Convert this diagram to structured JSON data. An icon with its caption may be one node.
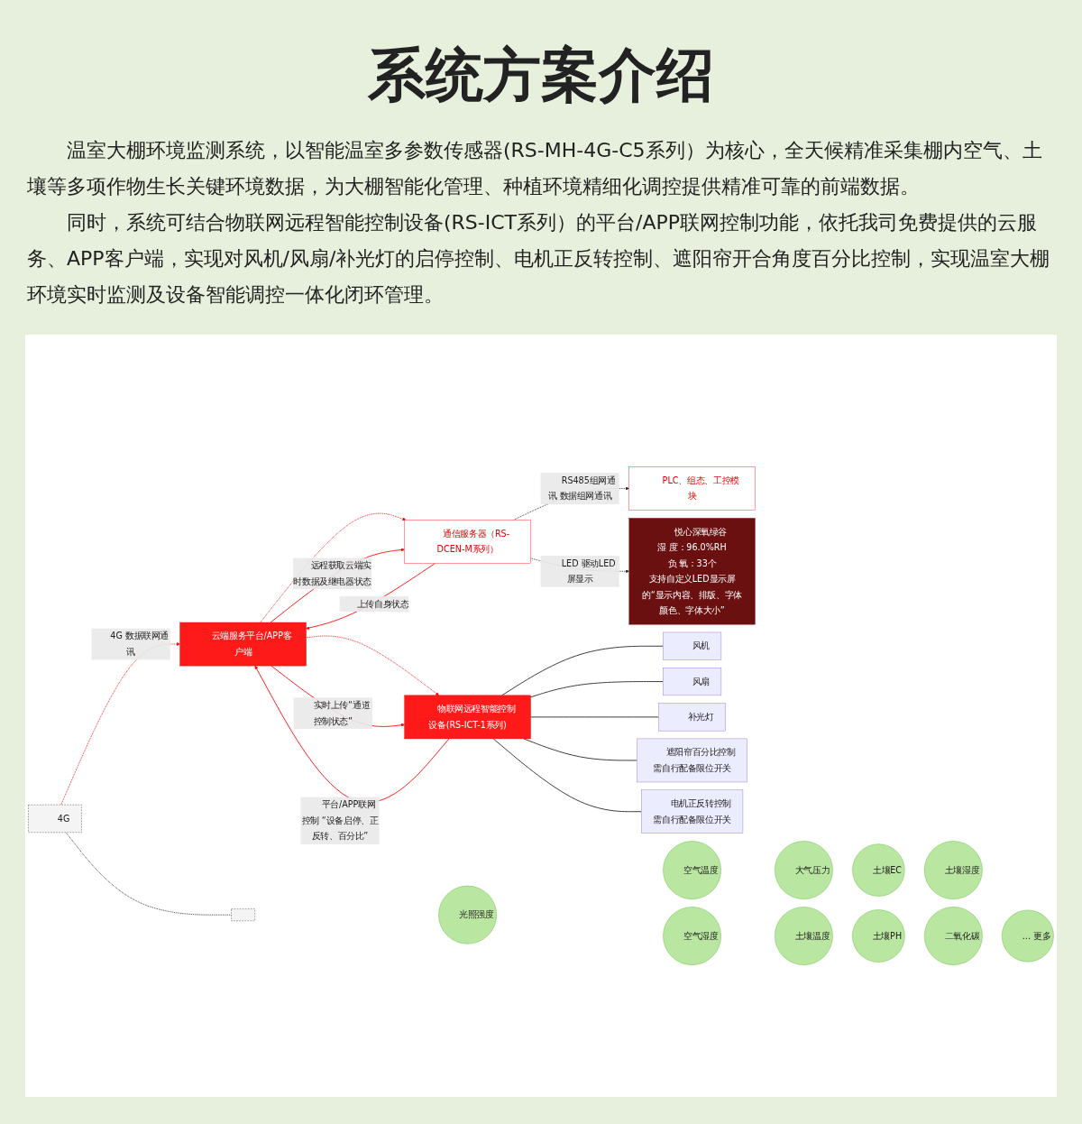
{
  "diagram": {
    "title": "系统方案介绍",
    "nodes": [
      {
        "text": [
          "4G"
        ]
      },
      {
        "text": [
          "云端服务平台/APP客户端"
        ]
      },
      {
        "text": [
          "通信服务器（RS-DCEN-M系列）"
        ]
      },
      {
        "text": [
          "PLC、组态、工控模块"
        ]
      },
      {
        "text": [
          "悦心深氧绿谷",
          "湿 度：96.0%RH",
          "负 氧：33个",
          "支持自定义LED显示屏的“显示内容、排版、字体颜色、字体大小”"
        ]
      },
      {
        "text": [
          "物联网远程智能控制设备(RS-ICT-1系列)"
        ]
      },
      {
        "text": [
          "风机"
        ]
      },
      {
        "text": [
          "风扇"
        ]
      },
      {
        "text": [
          "补光灯"
        ]
      },
      {
        "text": [
          "遮阳帘百分比控制",
          "需自行配备限位开关"
        ]
      },
      {
        "text": [
          "电机正反转控制",
          "需自行配备限位开关"
        ]
      },
      {
        "text": [],
        "shape": "box"
      },
      {
        "text": [
          "光照强度"
        ]
      },
      {
        "text": [
          "空气温度"
        ]
      },
      {
        "text": [
          "大气压力"
        ]
      },
      {
        "text": [
          "土壤EC"
        ]
      },
      {
        "text": [
          "土壤湿度"
        ]
      },
      {
        "text": [
          "空气湿度"
        ]
      },
      {
        "text": [
          "土壤温度"
        ]
      },
      {
        "text": [
          "土壤PH"
        ]
      },
      {
        "text": [
          "二氧化碳"
        ]
      },
      {
        "text": [
          "... 更多"
        ]
      }
    ],
    "edges": [
      {
        "from": 0,
        "to": 1,
        "arrow": "to",
        "label": "4G 数据联网通讯",
        "style": "dashed",
        "color": "#ff0000"
      },
      {
        "from": 1,
        "to": 2,
        "arrow": "to",
        "style": "dashed",
        "color": "#ff0000"
      },
      {
        "from": 1,
        "to": 2,
        "arrow": "to",
        "label": "远程获取云端实时数据及继电器状态",
        "color": "#ff0000"
      },
      {
        "from": 2,
        "to": 1,
        "arrow": "to",
        "label": "上传自身状态",
        "color": "#ff0000"
      },
      {
        "from": 1,
        "to": 5,
        "arrow": "to",
        "style": "dashed",
        "color": "#ff0000"
      },
      {
        "from": 1,
        "to": 5,
        "arrow": "to",
        "label": "实时上传“通道控制状态”",
        "color": "#ff0000"
      },
      {
        "from": 5,
        "to": 1,
        "arrow": "to",
        "label": "平台/APP联网控制 “设备启停、正反转、百分比”",
        "color": "#ff0000"
      },
      {
        "from": 2,
        "to": 3,
        "arrow": "to",
        "label": "RS485组网通讯 数据组网通讯",
        "style": "dashed"
      },
      {
        "from": 2,
        "to": 4,
        "arrow": "to",
        "label": "LED 驱动LED屏显示",
        "style": "dashed"
      },
      {
        "from": 5,
        "to": 6,
        "arrow": "none"
      },
      {
        "from": 5,
        "to": 7,
        "arrow": "none"
      },
      {
        "from": 5,
        "to": 8,
        "arrow": "none"
      },
      {
        "from": 5,
        "to": 9,
        "arrow": "none"
      },
      {
        "from": 5,
        "to": 10,
        "arrow": "none"
      },
      {
        "from": 0,
        "to": 11,
        "arrow": "none",
        "style": "dashed"
      }
    ],
    "labels": [
      "温室大棚环境监测系统，以智能温室多参数传感器(RS-MH-4G-C5系列）为核心，全天候精准采集棚内空气、土壤等多项作物生长关键环境数据，为大棚智能化管理、种植环境精细化调控提供精准可靠的前端数据。",
      "同时，系统可结合物联网远程智能控制设备(RS-ICT系列）的平台/APP联网控制功能，依托我司免费提供的云服务、APP客户端，实现对风机/风扇/补光灯的启停控制、电机正反转控制、遮阳帘开合角度百分比控制，实现温室大棚环境实时监测及设备智能调控一体化闭环管理。"
    ]
  }
}
